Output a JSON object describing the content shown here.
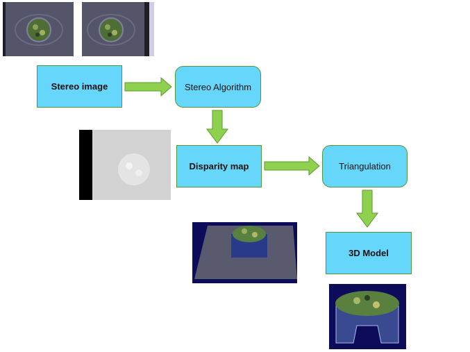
{
  "diagram": {
    "nodes": {
      "stereo_image": "Stereo image",
      "stereo_algorithm": "Stereo Algorithm",
      "disparity_map": "Disparity map",
      "triangulation": "Triangulation",
      "model_3d": "3D Model"
    },
    "edges": [
      {
        "from": "Stereo image",
        "to": "Stereo Algorithm"
      },
      {
        "from": "Stereo Algorithm",
        "to": "Disparity map"
      },
      {
        "from": "Disparity map",
        "to": "Triangulation"
      },
      {
        "from": "Triangulation",
        "to": "3D Model"
      }
    ]
  },
  "colors": {
    "box_fill": "#67d6fb",
    "box_border": "#4e9a3a",
    "arrow_fill": "#8fd14f",
    "arrow_stroke": "#5a9a2e"
  }
}
